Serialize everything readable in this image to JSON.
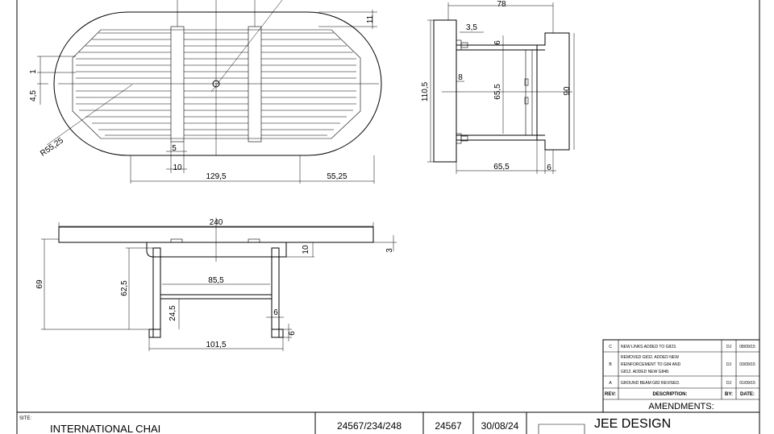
{
  "drawing": {
    "top_view": {
      "dims": {
        "d_11": "11",
        "d_4_5": "4,5",
        "d_1": "1",
        "d_radius": "R55,25",
        "d_5": "5",
        "d_10": "10",
        "d_129_5": "129,5",
        "d_55_25": "55,25"
      }
    },
    "end_view": {
      "dims": {
        "d_78": "78",
        "d_3_5": "3,5",
        "d_6_top": "6",
        "d_110_5": "110,5",
        "d_8": "8",
        "d_65_5_v": "65,5",
        "d_90": "90",
        "d_65_5_h": "65,5",
        "d_6_bottom": "6"
      }
    },
    "side_view": {
      "dims": {
        "d_240": "240",
        "d_10": "10",
        "d_3": "3",
        "d_69": "69",
        "d_62_5": "62,5",
        "d_85_5": "85,5",
        "d_24_5": "24,5",
        "d_6_a": "6",
        "d_6_b": "6",
        "d_101_5": "101,5"
      }
    }
  },
  "amendments": {
    "title": "AMENDMENTS:",
    "headers": {
      "rev": "REV:",
      "description": "DESCRIPTION:",
      "by": "BY:",
      "date": "DATE:"
    },
    "rows": [
      {
        "rev": "C",
        "description": [
          "NEW LINKS ADDED TO G823."
        ],
        "by": "DJ",
        "date": "08/09/15"
      },
      {
        "rev": "B",
        "description": [
          "REMOVED G832. ADDED NEW",
          "REINFORCEMENT TO G84 AND",
          "G812. ADDED NEW G848."
        ],
        "by": "DJ",
        "date": "03/09/15"
      },
      {
        "rev": "A",
        "description": [
          "GROUND BEAM G82 REVISED."
        ],
        "by": "DJ",
        "date": "01/09/15"
      }
    ]
  },
  "title_block": {
    "site_label": "SITE:",
    "site_name": "INTERNATIONAL CHAI",
    "drawing_ref": "24567/234/248",
    "job_no": "24567",
    "date": "30/08/24",
    "company": "JEE DESIGN"
  }
}
